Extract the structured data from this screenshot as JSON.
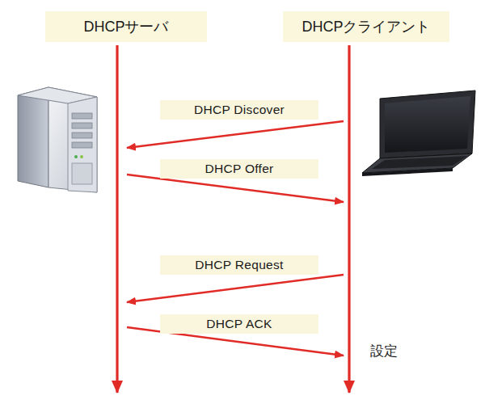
{
  "diagram": {
    "nodes": [
      {
        "text": [
          "DHCPサーバ"
        ]
      },
      {
        "text": [
          "DHCPクライアント"
        ]
      }
    ],
    "edges": [
      {
        "from": 1,
        "to": 0,
        "arrow": "to",
        "label": "DHCP Discover"
      },
      {
        "from": 0,
        "to": 1,
        "arrow": "to",
        "label": "DHCP Offer"
      },
      {
        "from": 1,
        "to": 0,
        "arrow": "to",
        "label": "DHCP Request"
      },
      {
        "from": 0,
        "to": 1,
        "arrow": "to",
        "label": "DHCP ACK"
      }
    ],
    "labels": [
      "設定"
    ]
  }
}
